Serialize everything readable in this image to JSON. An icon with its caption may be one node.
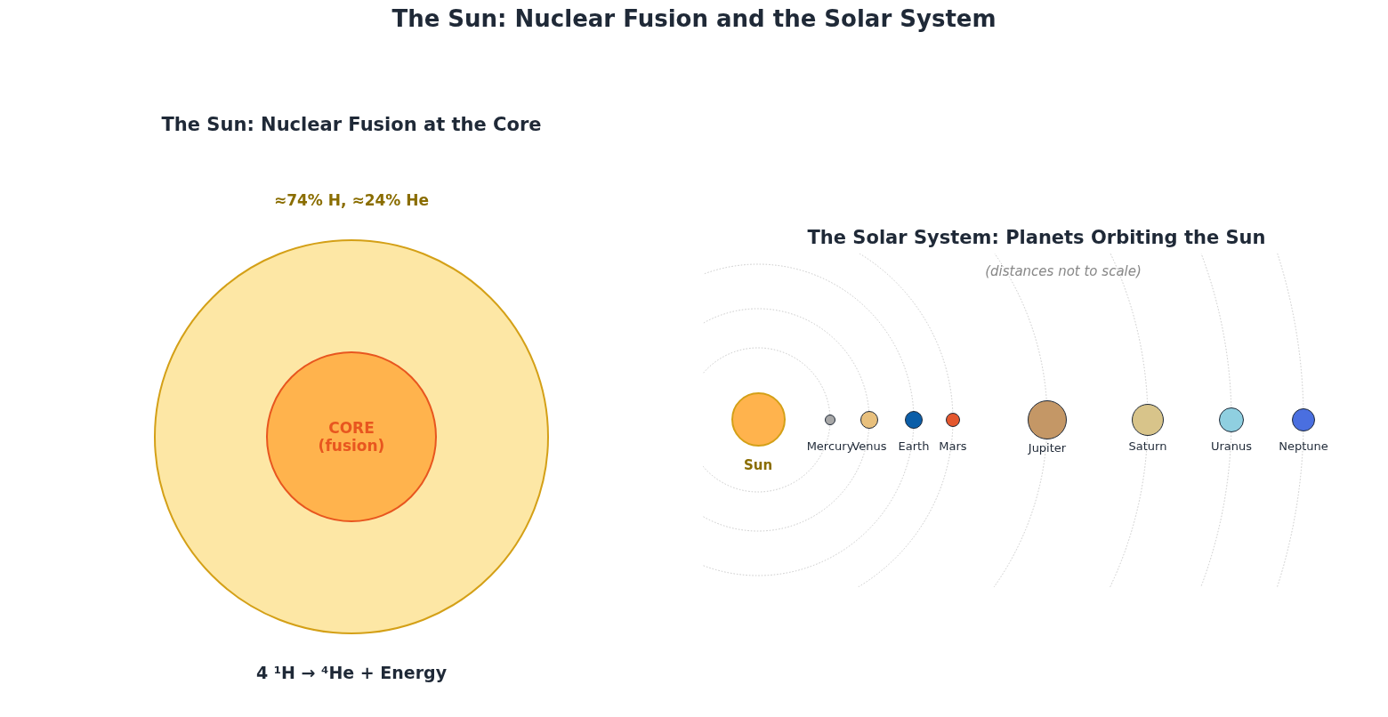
{
  "diagram": {
    "title": "The Sun: Nuclear Fusion and the Solar System",
    "nodes": [
      {
        "text": [
          "≈74% H, ≈24% He"
        ],
        "beside": [
          "4 ¹H → ⁴He + Energy"
        ]
      },
      {
        "text": [
          "CORE (fusion)"
        ],
        "in": 0
      },
      {
        "text": [
          "Sun"
        ]
      },
      {
        "text": [
          "Mercury"
        ]
      },
      {
        "text": [
          "Venus"
        ]
      },
      {
        "text": [
          "Earth"
        ]
      },
      {
        "text": [
          "Mars"
        ]
      },
      {
        "text": [
          "Jupiter"
        ]
      },
      {
        "text": [
          "Saturn"
        ]
      },
      {
        "text": [
          "Uranus"
        ]
      },
      {
        "text": [
          "Neptune"
        ]
      }
    ],
    "labels": [
      "The Sun: Nuclear Fusion at the Core",
      "The Solar System: Planets Orbiting the Sun",
      "(distances not to scale)"
    ]
  }
}
